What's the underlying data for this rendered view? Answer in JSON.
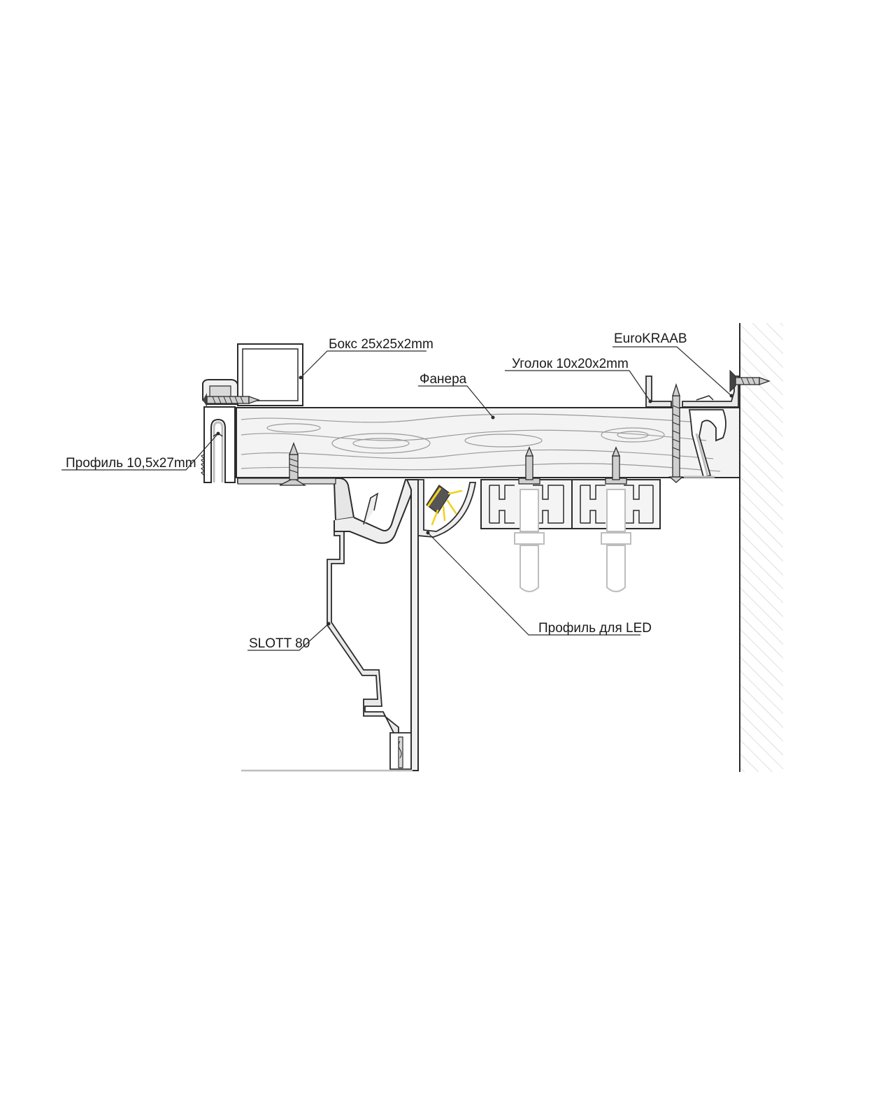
{
  "labels": {
    "box": "Бокс 25х25х2mm",
    "plywood": "Фанера",
    "angle": "Уголок 10х20х2mm",
    "eurokraab": "EuroKRAAB",
    "profile_small": "Профиль 10,5х27mm",
    "slott": "SLOTT 80",
    "led_profile": "Профиль для LED"
  },
  "colors": {
    "stroke": "#2b2b2b",
    "fill_light": "#f0f0f0",
    "fill_profile": "#d9d9d9",
    "wall_hatch": "#c8c8c8",
    "led_yellow": "#f2d21b",
    "ghost": "#bdbdbd"
  }
}
